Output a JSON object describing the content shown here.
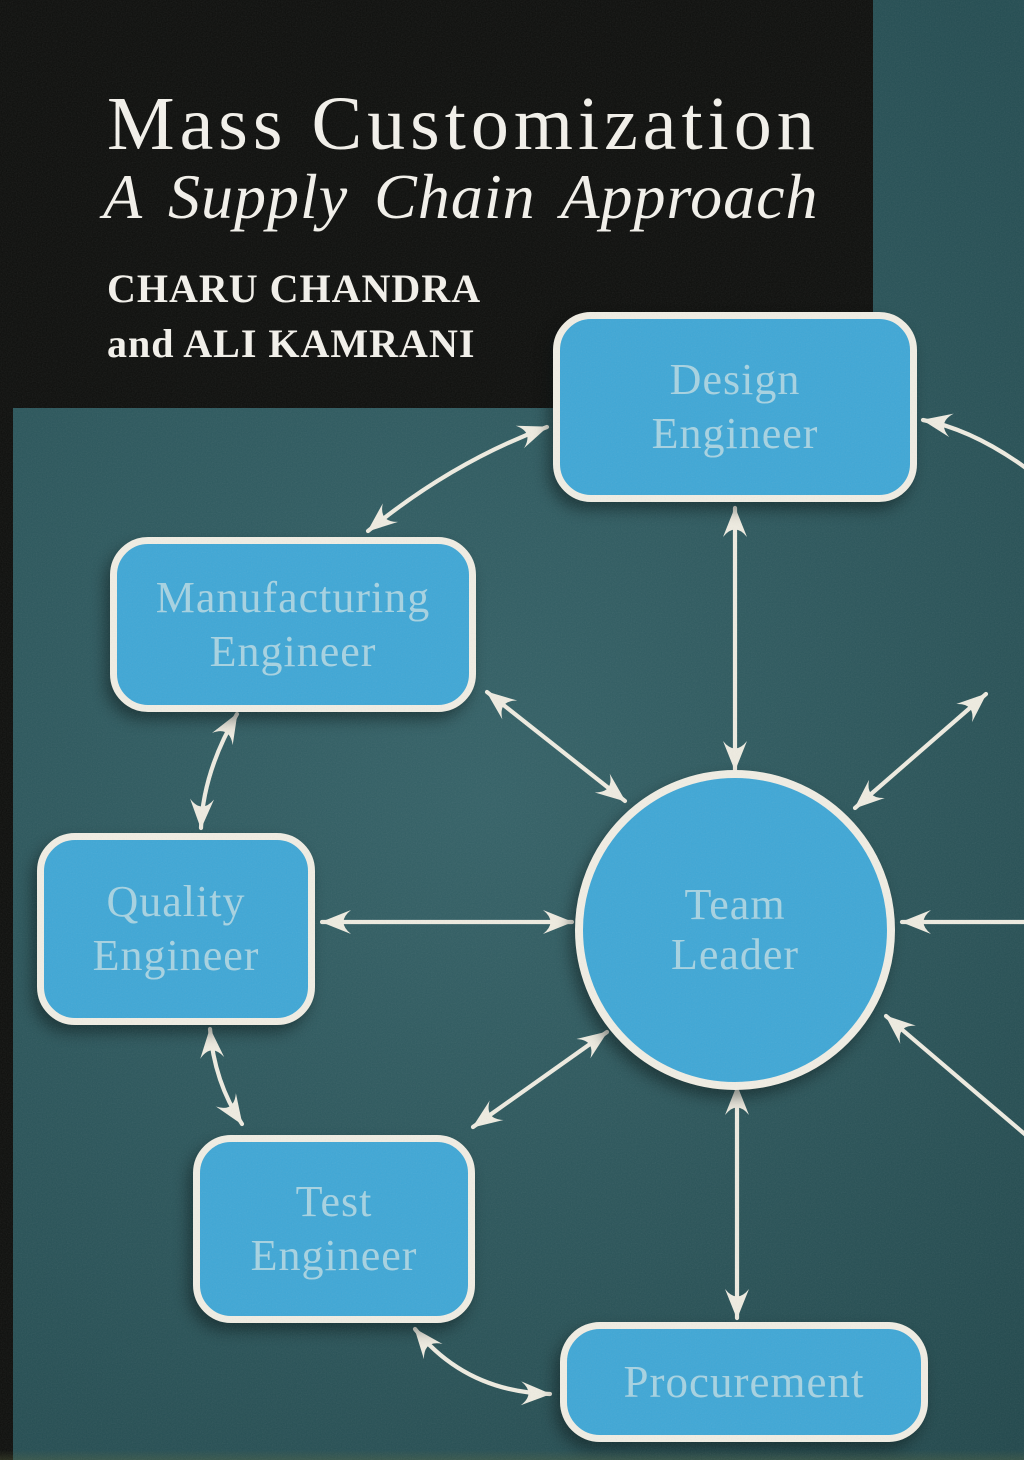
{
  "cover": {
    "title": "Mass Customization",
    "subtitle": "A Supply Chain Approach",
    "authors_line1": "CHARU CHANDRA",
    "authors_line2": "and ALI KAMRANI"
  },
  "diagram": {
    "center": {
      "id": "team-leader",
      "label_lines": [
        "Team",
        "Leader"
      ]
    },
    "nodes": [
      {
        "id": "design-engineer",
        "label_lines": [
          "Design",
          "Engineer"
        ]
      },
      {
        "id": "manufacturing-engineer",
        "label_lines": [
          "Manufacturing",
          "Engineer"
        ]
      },
      {
        "id": "quality-engineer",
        "label_lines": [
          "Quality",
          "Engineer"
        ]
      },
      {
        "id": "test-engineer",
        "label_lines": [
          "Test",
          "Engineer"
        ]
      },
      {
        "id": "procurement",
        "label_lines": [
          "Procurement"
        ]
      }
    ],
    "connections": [
      {
        "id": "team-design",
        "from": "team-leader",
        "to": "design-engineer",
        "double_headed": true
      },
      {
        "id": "team-manufacturing",
        "from": "team-leader",
        "to": "manufacturing-engineer",
        "double_headed": true
      },
      {
        "id": "team-quality",
        "from": "team-leader",
        "to": "quality-engineer",
        "double_headed": true
      },
      {
        "id": "team-test",
        "from": "team-leader",
        "to": "test-engineer",
        "double_headed": true
      },
      {
        "id": "team-procurement",
        "from": "team-leader",
        "to": "procurement",
        "double_headed": true
      },
      {
        "id": "team-right",
        "from": "team-leader",
        "to": "offscreen-right",
        "double_headed": false
      },
      {
        "id": "team-upper-right",
        "from": "team-leader",
        "to": "offscreen-upper-right",
        "double_headed": true
      },
      {
        "id": "team-lower-right",
        "from": "team-leader",
        "to": "offscreen-lower-right",
        "double_headed": false
      },
      {
        "id": "design-manufacturing",
        "from": "design-engineer",
        "to": "manufacturing-engineer",
        "double_headed": true
      },
      {
        "id": "manufacturing-quality",
        "from": "manufacturing-engineer",
        "to": "quality-engineer",
        "double_headed": true
      },
      {
        "id": "quality-test",
        "from": "quality-engineer",
        "to": "test-engineer",
        "double_headed": true
      },
      {
        "id": "test-procurement",
        "from": "test-engineer",
        "to": "procurement",
        "double_headed": true
      },
      {
        "id": "design-right",
        "from": "design-engineer",
        "to": "offscreen-right",
        "double_headed": false
      }
    ]
  },
  "colors": {
    "background_teal": "#2a5a60",
    "cover_black": "#0d0e0c",
    "node_fill": "#3fa7d6",
    "node_border": "#f1eee4",
    "node_text": "#a7d3e2",
    "arrow": "#efece1",
    "title_text": "#f4f2ec"
  }
}
